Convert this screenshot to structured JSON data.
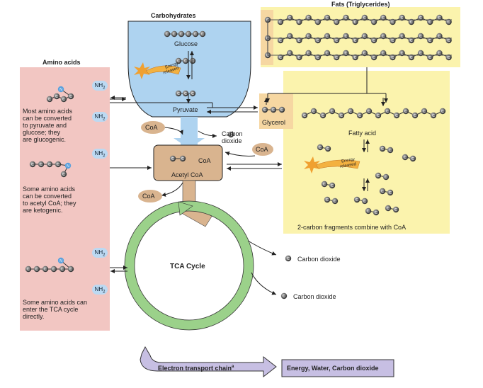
{
  "title_carbohydrates": "Carbohydrates",
  "title_fats": "Fats (Triglycerides)",
  "title_amino_acids": "Amino acids",
  "glucose": "Glucose",
  "pyruvate": "Pyruvate",
  "glycerol": "Glycerol",
  "fatty_acid": "Fatty acid",
  "acetyl_coa": "Acetyl CoA",
  "coa": "CoA",
  "carbon_dioxide_two_line": [
    "Carbon",
    "dioxide"
  ],
  "carbon_dioxide": "Carbon dioxide",
  "energy_released": [
    "Energy",
    "released"
  ],
  "carbon_symbol": "C",
  "nitrogen_symbol": "N",
  "nh2": "NH",
  "nh2_sub": "2",
  "glucogenic_text": [
    "Most amino acids",
    "can be converted",
    "to pyruvate and",
    "glucose; they",
    "are glucogenic."
  ],
  "ketogenic_text": [
    "Some amino acids",
    "can be converted",
    "to acetyl CoA; they",
    "are ketogenic."
  ],
  "tca_entry_text": [
    "Some amino acids can",
    "enter the TCA cycle",
    "directly."
  ],
  "tca_cycle": "TCA Cycle",
  "fragments_text": "2-carbon fragments combine with CoA",
  "electron_transport": "Electron transport chain",
  "electron_transport_mark": "a",
  "final_products": "Energy, Water, Carbon dioxide",
  "colors": {
    "amino_panel": "#f2c6c2",
    "carb_panel": "#aed3f0",
    "fat_panel": "#fbf3ad",
    "acetyl_box": "#d9b48f",
    "tca_ring": "#9bd18a",
    "etc_arrow": "#c7bfe3",
    "carbon_atom": "#555555",
    "nitrogen_atom": "#5aa0dc"
  }
}
